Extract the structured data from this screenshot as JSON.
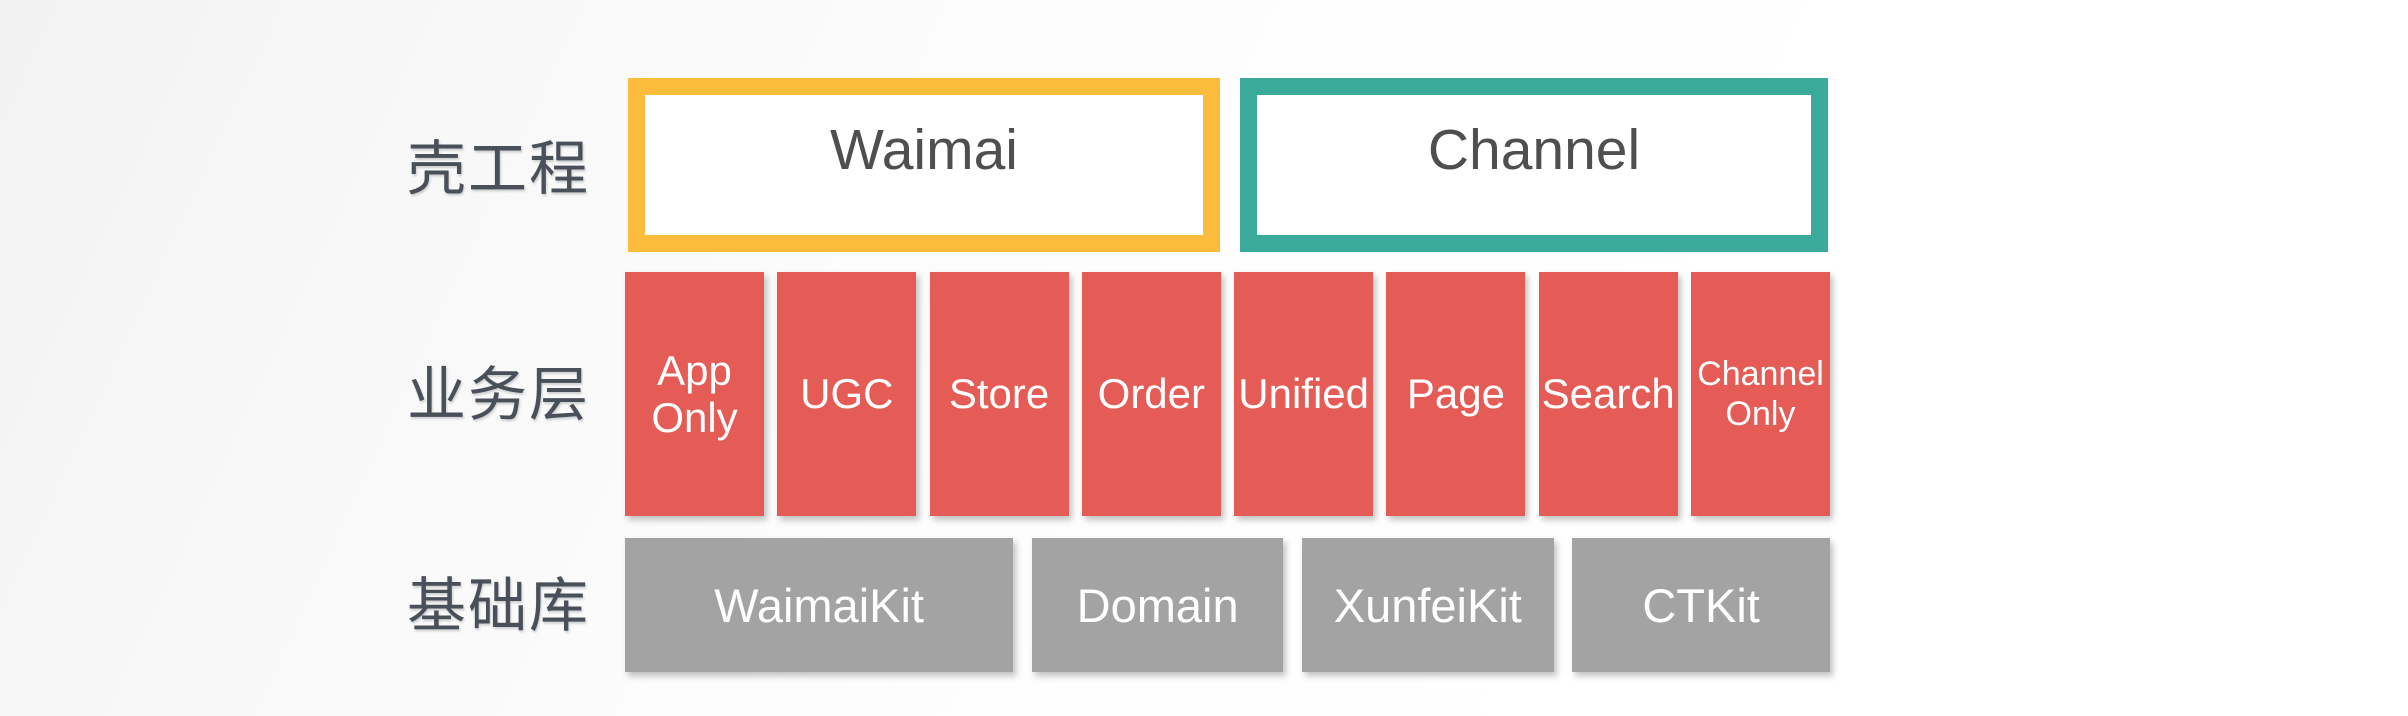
{
  "diagram": {
    "background_color": "#fdfdfd",
    "rows": [
      {
        "id": "shell",
        "label": "壳工程",
        "kind": "outlined-boxes",
        "boxes": [
          {
            "label": "Waimai",
            "border_color": "#fbbc3c",
            "fill_color": "#ffffff",
            "text_color": "#4f4f4f"
          },
          {
            "label": "Channel",
            "border_color": "#3aab9b",
            "fill_color": "#ffffff",
            "text_color": "#4f4f4f"
          }
        ]
      },
      {
        "id": "business",
        "label": "业务层",
        "kind": "filled-cards",
        "fill_color": "#e55c56",
        "text_color": "#ffffff",
        "cards": [
          {
            "label": "App\nOnly",
            "size": "normal"
          },
          {
            "label": "UGC",
            "size": "normal"
          },
          {
            "label": "Store",
            "size": "normal"
          },
          {
            "label": "Order",
            "size": "normal"
          },
          {
            "label": "Unified",
            "size": "normal"
          },
          {
            "label": "Page",
            "size": "normal"
          },
          {
            "label": "Search",
            "size": "normal"
          },
          {
            "label": "Channel\nOnly",
            "size": "small"
          }
        ]
      },
      {
        "id": "base",
        "label": "基础库",
        "kind": "filled-cards",
        "fill_color": "#a3a3a3",
        "text_color": "#ffffff",
        "cards": [
          {
            "label": "WaimaiKit"
          },
          {
            "label": "Domain"
          },
          {
            "label": "XunfeiKit"
          },
          {
            "label": "CTKit"
          }
        ]
      }
    ]
  },
  "layout": {
    "biz_card_lefts": [
      0,
      92,
      184,
      276,
      368,
      460,
      552,
      644
    ],
    "biz_card_widths": [
      84,
      84,
      84,
      84,
      84,
      84,
      84,
      84
    ],
    "base_card_lefts": [
      0,
      262,
      436,
      610
    ],
    "base_card_widths": [
      250,
      162,
      162,
      166
    ]
  }
}
